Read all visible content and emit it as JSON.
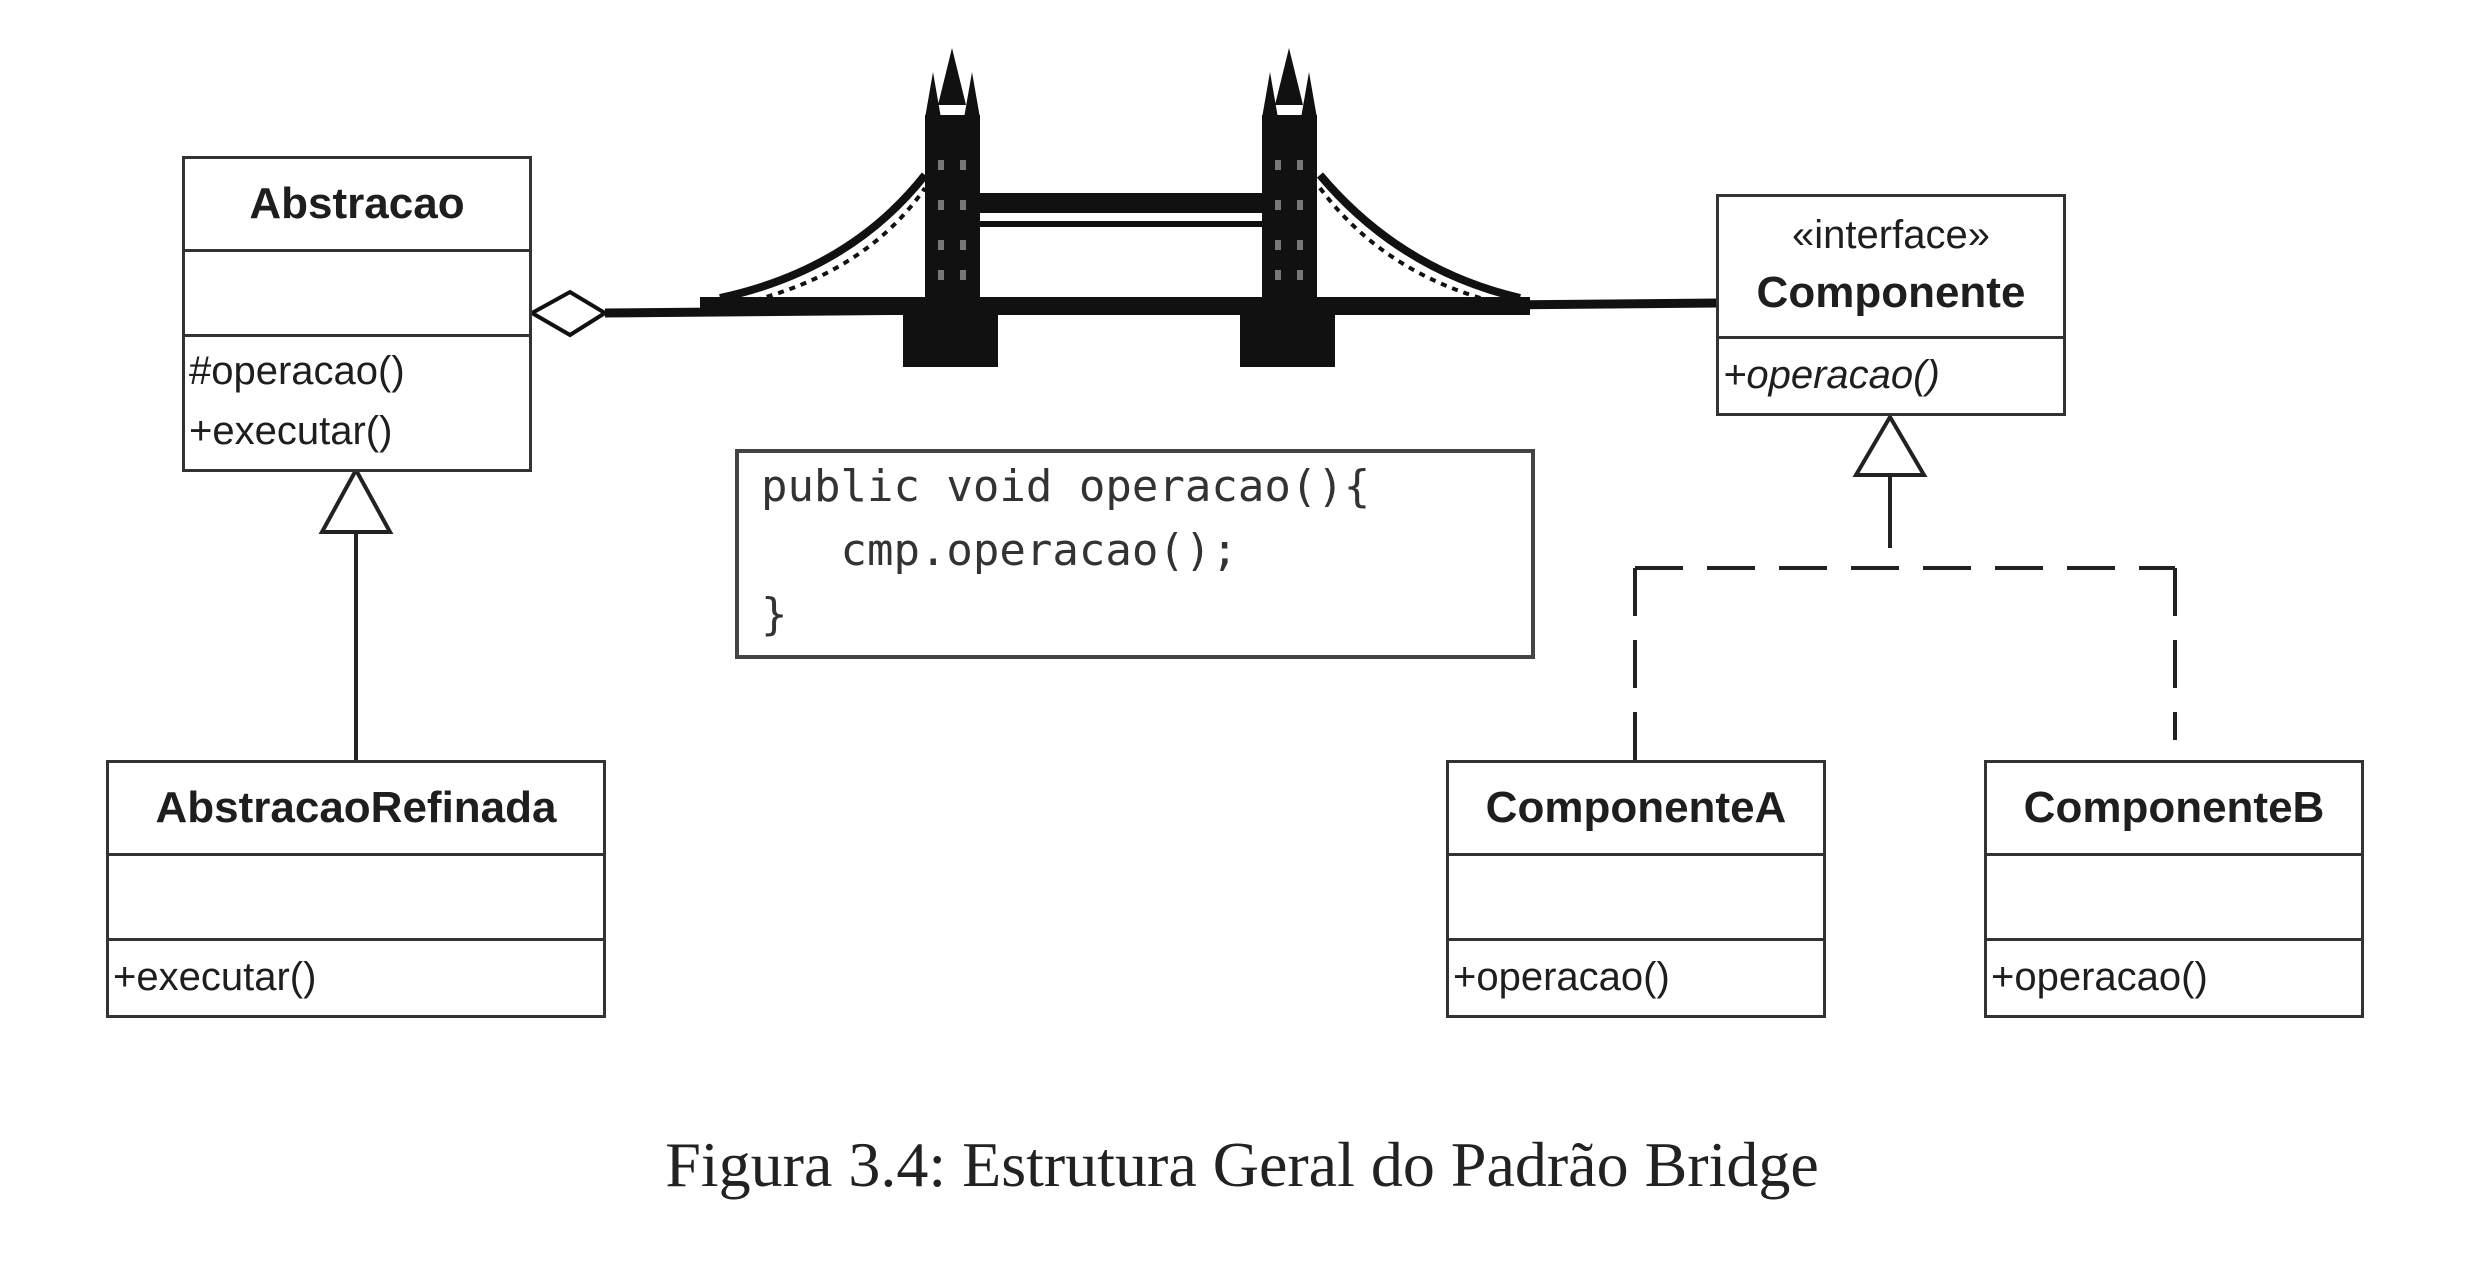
{
  "diagram": {
    "classes": {
      "abstracao": {
        "name": "Abstracao",
        "attributes": "",
        "operations": [
          "#operacao()",
          "+executar()"
        ]
      },
      "abstracao_refinada": {
        "name": "AbstracaoRefinada",
        "attributes": "",
        "operations": [
          "+executar()"
        ]
      },
      "componente": {
        "stereotype": "«interface»",
        "name": "Componente",
        "operations": [
          "+operacao()"
        ]
      },
      "componente_a": {
        "name": "ComponenteA",
        "attributes": "",
        "operations": [
          "+operacao()"
        ]
      },
      "componente_b": {
        "name": "ComponenteB",
        "attributes": "",
        "operations": [
          "+operacao()"
        ]
      }
    },
    "code": [
      "public void operacao(){",
      "   cmp.operacao();",
      "}"
    ],
    "relations": [
      {
        "type": "aggregation",
        "from": "Abstracao",
        "to": "Componente"
      },
      {
        "type": "generalization",
        "from": "AbstracaoRefinada",
        "to": "Abstracao"
      },
      {
        "type": "realization",
        "from": "ComponenteA",
        "to": "Componente"
      },
      {
        "type": "realization",
        "from": "ComponenteB",
        "to": "Componente"
      }
    ],
    "illustration": "bridge-icon"
  },
  "caption": "Figura 3.4: Estrutura Geral do Padrão Bridge"
}
